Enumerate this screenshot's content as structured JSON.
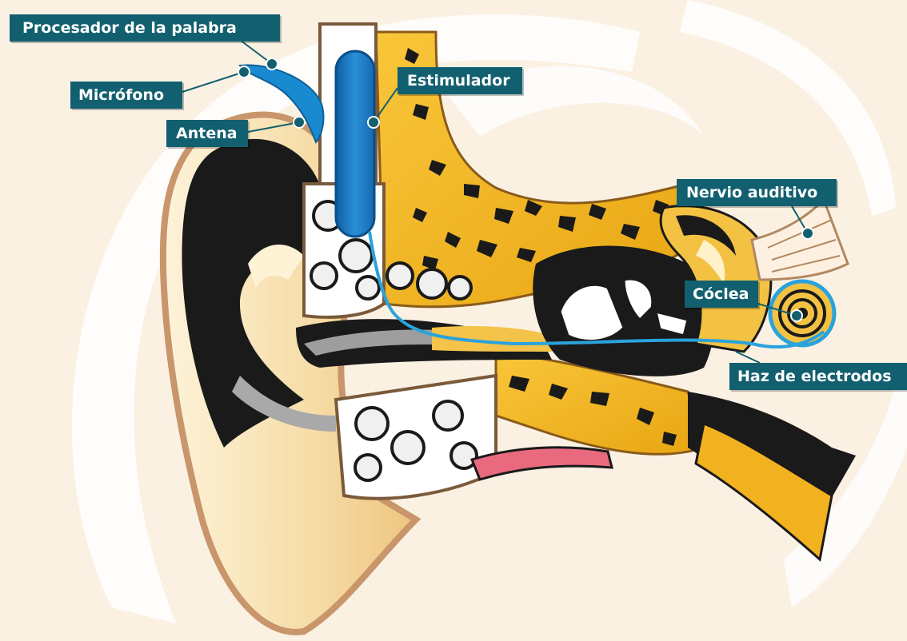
{
  "labels": {
    "procesador": "Procesador de la palabra",
    "microfono": "Micrófono",
    "antena": "Antena",
    "estimulador": "Estimulador",
    "nervio": "Nervio auditivo",
    "coclea": "Cóclea",
    "haz": "Haz de electrodos"
  },
  "colors": {
    "label_bg": "#12606f",
    "bone": "#f2b21f",
    "skin": "#f8e2b4",
    "outline": "#c9956b",
    "implant": "#1b7cc4",
    "wire": "#2aa3dc",
    "background": "#fbf1e3"
  }
}
